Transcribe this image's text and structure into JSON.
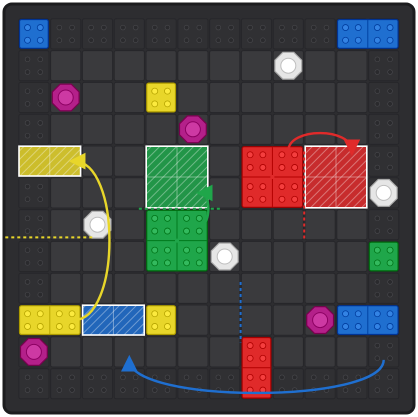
{
  "board": {
    "rows": 12,
    "cols": 12,
    "colors": {
      "frame": "#2d2d30",
      "frame_edge": "#1c1c1e",
      "cell": "#3a3a3d",
      "cell_edge": "#26262a",
      "border_tile": "#303033",
      "blue": "#1f6fd0",
      "yellow": "#e8d62a",
      "red": "#e02a2a",
      "green": "#1fa64a",
      "magenta": "#b4208a",
      "white": "#e6e6e6"
    }
  },
  "pieces": [
    {
      "name": "blue-corner-piece-top-left",
      "color": "blue",
      "row": 0,
      "col": 0,
      "w": 1,
      "h": 1,
      "shape": "brick"
    },
    {
      "name": "blue-piece-top-right",
      "color": "blue",
      "row": 0,
      "col": 10,
      "w": 2,
      "h": 1,
      "shape": "brick"
    },
    {
      "name": "white-round-piece-top",
      "color": "white",
      "row": 1,
      "col": 8,
      "w": 1,
      "h": 1,
      "shape": "round"
    },
    {
      "name": "magenta-round-piece-upper-left",
      "color": "magenta",
      "row": 2,
      "col": 1,
      "w": 1,
      "h": 1,
      "shape": "round"
    },
    {
      "name": "yellow-piece-upper-center",
      "color": "yellow",
      "row": 2,
      "col": 4,
      "w": 1,
      "h": 1,
      "shape": "brick"
    },
    {
      "name": "magenta-round-piece-center",
      "color": "magenta",
      "row": 3,
      "col": 5,
      "w": 1,
      "h": 1,
      "shape": "round"
    },
    {
      "name": "white-round-piece-right",
      "color": "white",
      "row": 5,
      "col": 11,
      "w": 1,
      "h": 1,
      "shape": "round"
    },
    {
      "name": "white-round-piece-left",
      "color": "white",
      "row": 6,
      "col": 2,
      "w": 1,
      "h": 1,
      "shape": "round"
    },
    {
      "name": "green-piece-main",
      "color": "green",
      "row": 6,
      "col": 4,
      "w": 2,
      "h": 2,
      "shape": "brick"
    },
    {
      "name": "white-round-piece-mid",
      "color": "white",
      "row": 7,
      "col": 6,
      "w": 1,
      "h": 1,
      "shape": "round"
    },
    {
      "name": "green-piece-right-edge",
      "color": "green",
      "row": 7,
      "col": 11,
      "w": 1,
      "h": 1,
      "shape": "brick"
    },
    {
      "name": "red-piece-main",
      "color": "red",
      "row": 4,
      "col": 7,
      "w": 2,
      "h": 2,
      "shape": "brick"
    },
    {
      "name": "yellow-piece-bottom-left",
      "color": "yellow",
      "row": 9,
      "col": 0,
      "w": 2,
      "h": 1,
      "shape": "brick"
    },
    {
      "name": "yellow-piece-bottom-mid",
      "color": "yellow",
      "row": 9,
      "col": 4,
      "w": 1,
      "h": 1,
      "shape": "brick"
    },
    {
      "name": "magenta-round-piece-bottom-left",
      "color": "magenta",
      "row": 10,
      "col": 0,
      "w": 1,
      "h": 1,
      "shape": "round"
    },
    {
      "name": "magenta-round-piece-bottom-right",
      "color": "magenta",
      "row": 9,
      "col": 9,
      "w": 1,
      "h": 1,
      "shape": "round"
    },
    {
      "name": "blue-piece-bottom-right",
      "color": "blue",
      "row": 9,
      "col": 10,
      "w": 2,
      "h": 1,
      "shape": "brick"
    },
    {
      "name": "red-piece-bottom",
      "color": "red",
      "row": 10,
      "col": 7,
      "w": 1,
      "h": 2,
      "shape": "brick"
    }
  ],
  "ghosts": [
    {
      "name": "yellow-ghost-target",
      "color": "yellow",
      "row": 4,
      "col": 0,
      "w": 2,
      "h": 1
    },
    {
      "name": "green-ghost-target",
      "color": "green",
      "row": 4,
      "col": 4,
      "w": 2,
      "h": 2
    },
    {
      "name": "red-ghost-target",
      "color": "red",
      "row": 4,
      "col": 9,
      "w": 2,
      "h": 2
    },
    {
      "name": "blue-ghost-target",
      "color": "blue",
      "row": 9,
      "col": 2,
      "w": 2,
      "h": 1
    }
  ],
  "moves": [
    {
      "name": "yellow-move-arrow",
      "color": "yellow",
      "from": [
        9,
        1
      ],
      "to": [
        4,
        1
      ],
      "side": "right"
    },
    {
      "name": "green-move-arrow",
      "color": "green",
      "from": [
        6,
        5
      ],
      "to": [
        5,
        5
      ],
      "side": "right"
    },
    {
      "name": "red-move-arrow",
      "color": "red",
      "from": [
        4,
        8
      ],
      "to": [
        4,
        10
      ],
      "side": "top"
    },
    {
      "name": "blue-move-arrow",
      "color": "blue",
      "from": [
        10,
        11
      ],
      "to": [
        10,
        3
      ],
      "side": "bottom"
    }
  ],
  "axis_lines": [
    {
      "name": "yellow-axis-line",
      "color": "yellow",
      "orientation": "h",
      "row": 6.9,
      "from_col": -0.4,
      "to_col": 2.4
    },
    {
      "name": "green-axis-line",
      "color": "green",
      "orientation": "h",
      "row": 6.0,
      "from_col": 3.8,
      "to_col": 6.4
    },
    {
      "name": "red-axis-line",
      "color": "red",
      "orientation": "v",
      "col": 9.0,
      "from_row": 4.2,
      "to_row": 7.0
    },
    {
      "name": "blue-axis-line",
      "color": "blue",
      "orientation": "v",
      "col": 7.0,
      "from_row": 8.3,
      "to_row": 10.2
    }
  ]
}
